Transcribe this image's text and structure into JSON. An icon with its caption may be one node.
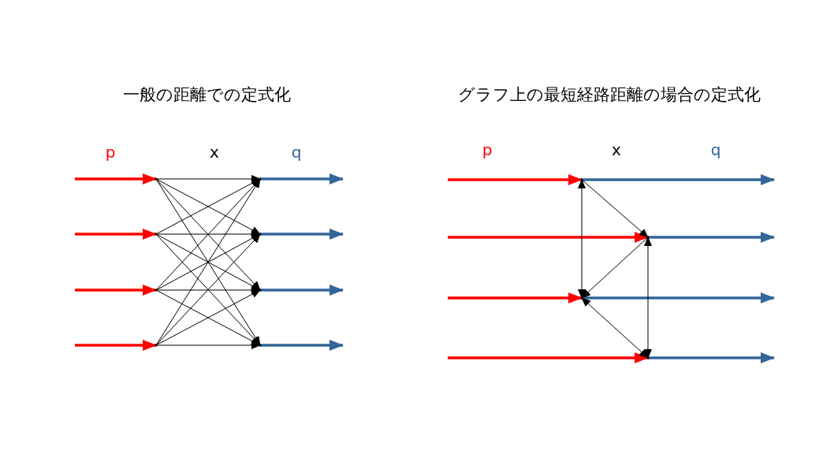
{
  "diagram": {
    "nodes": [
      {
        "text": [],
        "shape": "dot"
      },
      {
        "text": [],
        "shape": "dot"
      },
      {
        "text": [],
        "shape": "dot"
      },
      {
        "text": [],
        "shape": "dot"
      },
      {
        "text": [],
        "shape": "dot"
      },
      {
        "text": [],
        "shape": "dot"
      },
      {
        "text": [],
        "shape": "dot"
      },
      {
        "text": [],
        "shape": "dot"
      },
      {
        "text": [],
        "shape": "dot"
      },
      {
        "text": [],
        "shape": "dot"
      },
      {
        "text": [],
        "shape": "dot"
      },
      {
        "text": [],
        "shape": "dot"
      }
    ],
    "edges": [
      {
        "from": null,
        "to": 0,
        "arrow": "to",
        "style": "thick",
        "color": "#ff0000"
      },
      {
        "from": null,
        "to": 1,
        "arrow": "to",
        "style": "thick",
        "color": "#ff0000"
      },
      {
        "from": null,
        "to": 2,
        "arrow": "to",
        "style": "thick",
        "color": "#ff0000"
      },
      {
        "from": null,
        "to": 3,
        "arrow": "to",
        "style": "thick",
        "color": "#ff0000"
      },
      {
        "from": 0,
        "to": 4,
        "arrow": "to"
      },
      {
        "from": 0,
        "to": 5,
        "arrow": "to"
      },
      {
        "from": 0,
        "to": 6,
        "arrow": "to"
      },
      {
        "from": 0,
        "to": 7,
        "arrow": "to"
      },
      {
        "from": 1,
        "to": 4,
        "arrow": "to"
      },
      {
        "from": 1,
        "to": 5,
        "arrow": "to"
      },
      {
        "from": 1,
        "to": 6,
        "arrow": "to"
      },
      {
        "from": 1,
        "to": 7,
        "arrow": "to"
      },
      {
        "from": 2,
        "to": 4,
        "arrow": "to"
      },
      {
        "from": 2,
        "to": 5,
        "arrow": "to"
      },
      {
        "from": 2,
        "to": 6,
        "arrow": "to"
      },
      {
        "from": 2,
        "to": 7,
        "arrow": "to"
      },
      {
        "from": 3,
        "to": 4,
        "arrow": "to"
      },
      {
        "from": 3,
        "to": 5,
        "arrow": "to"
      },
      {
        "from": 3,
        "to": 6,
        "arrow": "to"
      },
      {
        "from": 3,
        "to": 7,
        "arrow": "to"
      },
      {
        "from": 4,
        "to": null,
        "arrow": "to",
        "style": "thick",
        "color": "#336699"
      },
      {
        "from": 5,
        "to": null,
        "arrow": "to",
        "style": "thick",
        "color": "#336699"
      },
      {
        "from": 6,
        "to": null,
        "arrow": "to",
        "style": "thick",
        "color": "#336699"
      },
      {
        "from": 7,
        "to": null,
        "arrow": "to",
        "style": "thick",
        "color": "#336699"
      },
      {
        "from": null,
        "to": 8,
        "arrow": "to",
        "style": "thick",
        "color": "#ff0000"
      },
      {
        "from": null,
        "to": 9,
        "arrow": "to",
        "style": "thick",
        "color": "#ff0000"
      },
      {
        "from": null,
        "to": 10,
        "arrow": "to",
        "style": "thick",
        "color": "#ff0000"
      },
      {
        "from": null,
        "to": 11,
        "arrow": "to",
        "style": "thick",
        "color": "#ff0000"
      },
      {
        "from": 8,
        "to": null,
        "arrow": "to",
        "style": "thick",
        "color": "#336699"
      },
      {
        "from": 9,
        "to": null,
        "arrow": "to",
        "style": "thick",
        "color": "#336699"
      },
      {
        "from": 10,
        "to": null,
        "arrow": "to",
        "style": "thick",
        "color": "#336699"
      },
      {
        "from": 11,
        "to": null,
        "arrow": "to",
        "style": "thick",
        "color": "#336699"
      },
      {
        "from": 8,
        "to": 10,
        "arrow": "both"
      },
      {
        "from": 8,
        "to": 9,
        "arrow": "to"
      },
      {
        "from": 9,
        "to": 11,
        "arrow": "both"
      },
      {
        "from": 9,
        "to": 10,
        "arrow": "to"
      },
      {
        "from": 10,
        "to": 11,
        "arrow": "both"
      }
    ],
    "labels": [
      "一般の距離での定式化",
      "グラフ上の最短経路距離の場合の定式化",
      "p",
      "x",
      "q",
      "p",
      "x",
      "q"
    ]
  }
}
